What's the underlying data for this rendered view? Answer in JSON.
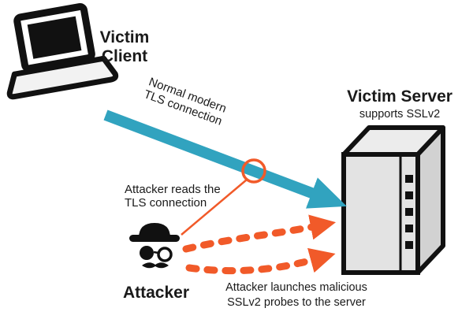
{
  "diagram": {
    "client": {
      "label": "Victim\nClient"
    },
    "server": {
      "title": "Victim Server",
      "subtitle": "supports SSLv2"
    },
    "attacker": {
      "label": "Attacker"
    },
    "tls_connection": {
      "label": "Normal modern\nTLS connection"
    },
    "tap": {
      "label": "Attacker reads the\nTLS connection"
    },
    "probes": {
      "label": "Attacker launches malicious\nSSLv2 probes to the server"
    },
    "colors": {
      "teal": "#31a3bf",
      "orange": "#f15a29",
      "outline": "#111111"
    }
  }
}
